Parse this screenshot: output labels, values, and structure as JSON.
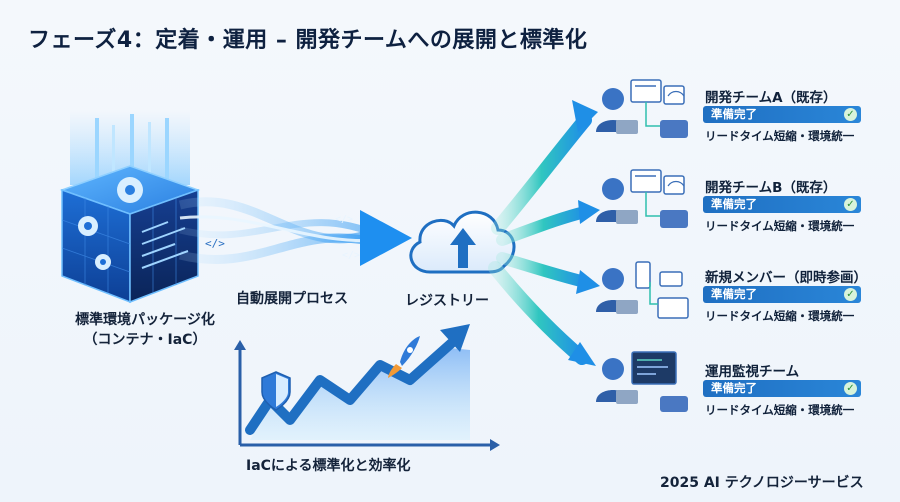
{
  "title": "フェーズ4：定着・運用 – 開発チームへの展開と標準化",
  "package": {
    "line1": "標準環境パッケージ化",
    "line2": "（コンテナ・IaC）"
  },
  "flow_label": "自動展開プロセス",
  "registry_label": "レジストリー",
  "iac_label": "IaCによる標準化と効率化",
  "teams": [
    {
      "name": "開発チームA（既存）",
      "status": "準備完了",
      "benefit": "リードタイム短縮・環境統一"
    },
    {
      "name": "開発チームB（既存）",
      "status": "準備完了",
      "benefit": "リードタイム短縮・環境統一"
    },
    {
      "name": "新規メンバー（即時参画）",
      "status": "準備完了",
      "benefit": "リードタイム短縮・環境統一"
    },
    {
      "name": "運用監視チーム",
      "status": "準備完了",
      "benefit": "リードタイム短縮・環境統一"
    }
  ],
  "footer": "2025 AI テクノロジーサービス",
  "colors": {
    "primary": "#1f6fc2",
    "accent": "#22c3b3",
    "check": "#2c8f3a"
  }
}
